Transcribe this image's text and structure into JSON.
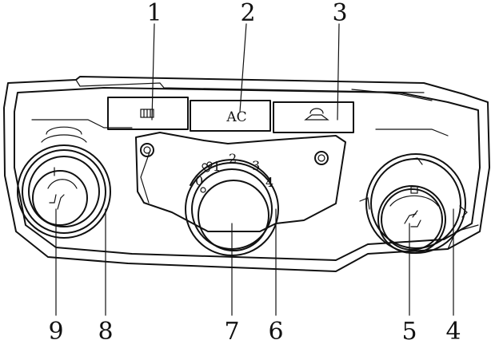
{
  "callouts": {
    "n1": "1",
    "n2": "2",
    "n3": "3",
    "n4": "4",
    "n5": "5",
    "n6": "6",
    "n7": "7",
    "n8": "8",
    "n9": "9"
  },
  "buttons": {
    "ac_label": "AC"
  },
  "fan_dial": {
    "positions": [
      "0",
      "1",
      "2",
      "3",
      "4"
    ]
  },
  "icons": {
    "rear_defrost": "rear-defrost-icon",
    "recirculation": "recirculation-icon",
    "seat_heat": "seat-heat-icon",
    "fan": "fan-icon"
  }
}
